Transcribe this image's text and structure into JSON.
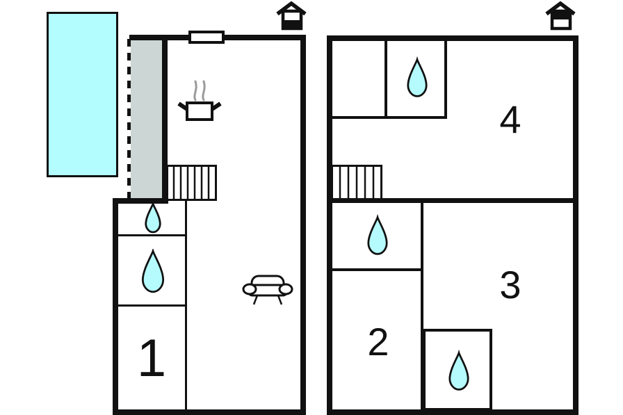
{
  "title": "two-floor-property-floor-plan",
  "colors": {
    "wall": "#111111",
    "pool_fill": "#b3fdff",
    "terrace_fill": "#ccd6d4",
    "drop_fill": "#b5fbfd",
    "steam": "#9a9a9a",
    "background": "#ffffff"
  },
  "ground_floor": {
    "name": "ground-floor-plan",
    "level_icon": "house-ground-floor-icon",
    "room_labels": {
      "room1": "1"
    },
    "features": {
      "pool": "swimming-pool",
      "terrace": "terrace-dashed-area",
      "window": "window",
      "stove": "stove-pot-with-steam-icon",
      "stairs": "staircase",
      "sofa": "sofa-icon",
      "drop_small": "water-drop-icon",
      "drop_large": "water-drop-icon"
    }
  },
  "upper_floor": {
    "name": "upper-floor-plan",
    "level_icon": "house-upper-floor-icon",
    "room_labels": {
      "room2": "2",
      "room3": "3",
      "room4": "4"
    },
    "features": {
      "stairs": "staircase",
      "drop_top": "water-drop-icon",
      "drop_mid": "water-drop-icon",
      "drop_bottom": "water-drop-icon"
    }
  }
}
